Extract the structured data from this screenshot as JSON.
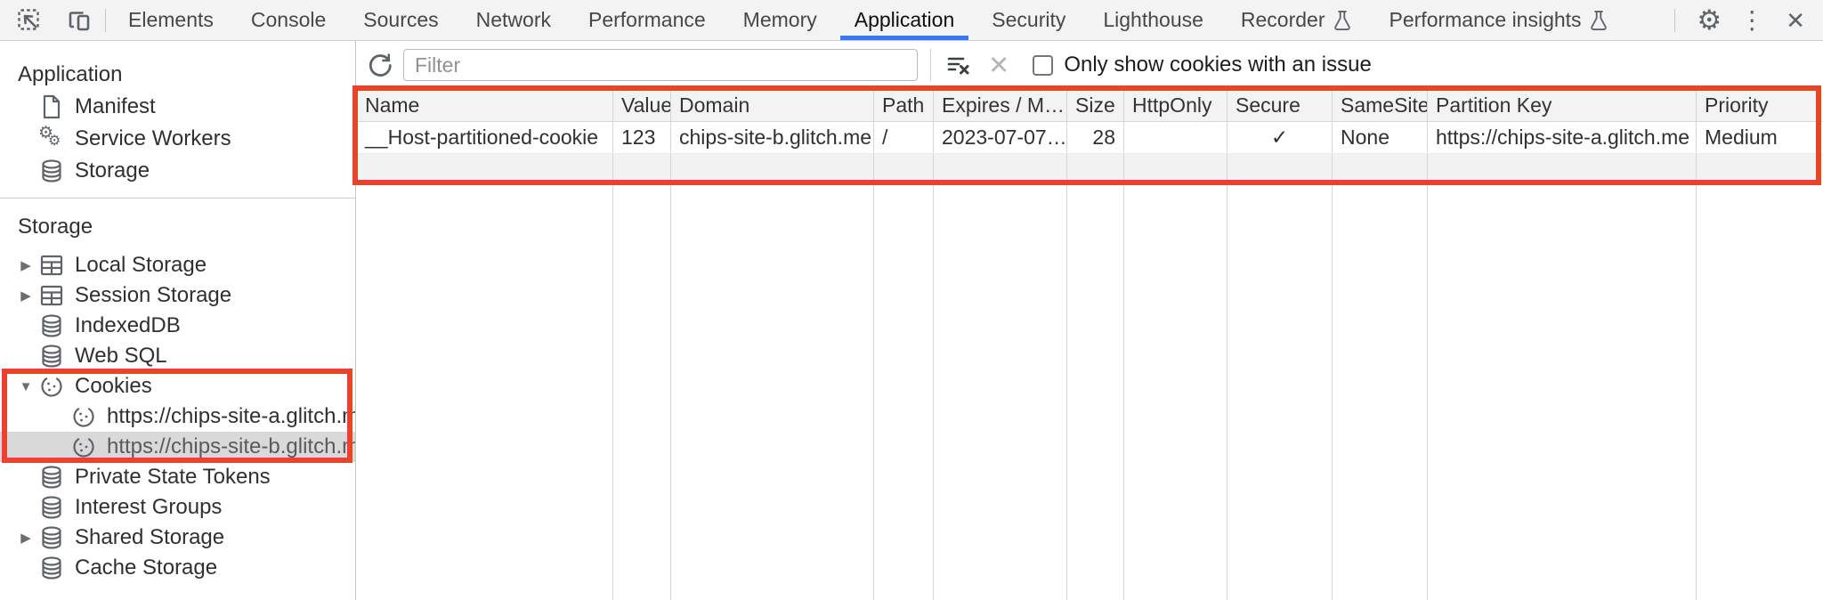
{
  "colors": {
    "highlight_red": "#e8432b",
    "active_tab_accent": "#3b78e8",
    "selection_gray": "#d9d9d9"
  },
  "tabbar": {
    "left_icons": [
      "inspect-cursor-icon",
      "device-toolbar-icon"
    ],
    "tabs": [
      {
        "label": "Elements"
      },
      {
        "label": "Console"
      },
      {
        "label": "Sources"
      },
      {
        "label": "Network"
      },
      {
        "label": "Performance"
      },
      {
        "label": "Memory"
      },
      {
        "label": "Application",
        "active": true
      },
      {
        "label": "Security"
      },
      {
        "label": "Lighthouse"
      },
      {
        "label": "Recorder",
        "experiment": true
      },
      {
        "label": "Performance insights",
        "experiment": true
      }
    ],
    "right_icons": {
      "settings": "⚙",
      "more": "⋮",
      "close": "✕"
    }
  },
  "sidebar": {
    "sections": [
      {
        "title": "Application",
        "items": [
          {
            "label": "Manifest",
            "icon": "manifest-file-icon"
          },
          {
            "label": "Service Workers",
            "icon": "service-workers-gears-icon"
          },
          {
            "label": "Storage",
            "icon": "database-icon"
          }
        ]
      },
      {
        "title": "Storage",
        "items": [
          {
            "label": "Local Storage",
            "icon": "table-grid-icon",
            "expander": "▶"
          },
          {
            "label": "Session Storage",
            "icon": "table-grid-icon",
            "expander": "▶"
          },
          {
            "label": "IndexedDB",
            "icon": "database-icon"
          },
          {
            "label": "Web SQL",
            "icon": "database-icon"
          },
          {
            "label": "Cookies",
            "icon": "cookie-icon",
            "expander": "▼"
          },
          {
            "label": "https://chips-site-a.glitch.me",
            "icon": "cookie-icon",
            "child": true
          },
          {
            "label": "https://chips-site-b.glitch.me",
            "icon": "cookie-icon",
            "child": true,
            "selected": true
          },
          {
            "label": "Private State Tokens",
            "icon": "database-icon"
          },
          {
            "label": "Interest Groups",
            "icon": "database-icon"
          },
          {
            "label": "Shared Storage",
            "icon": "database-icon",
            "expander": "▶"
          },
          {
            "label": "Cache Storage",
            "icon": "database-icon"
          }
        ]
      }
    ]
  },
  "main": {
    "toolbar": {
      "refresh_icon": "refresh-icon",
      "filter_placeholder": "Filter",
      "filter_value": "",
      "clear_filter_icon": "clear-filter-icon",
      "clear_icon": "clear-icon",
      "checkbox_checked": false,
      "checkbox_label": "Only show cookies with an issue"
    },
    "table": {
      "columns": [
        "Name",
        "Value",
        "Domain",
        "Path",
        "Expires / M…",
        "Size",
        "HttpOnly",
        "Secure",
        "SameSite",
        "Partition Key",
        "Priority"
      ],
      "rows": [
        {
          "cells": [
            "__Host-partitioned-cookie",
            "123",
            "chips-site-b.glitch.me",
            "/",
            "2023-07-07…",
            "28",
            "",
            "✓",
            "None",
            "https://chips-site-a.glitch.me",
            "Medium"
          ]
        }
      ]
    }
  }
}
